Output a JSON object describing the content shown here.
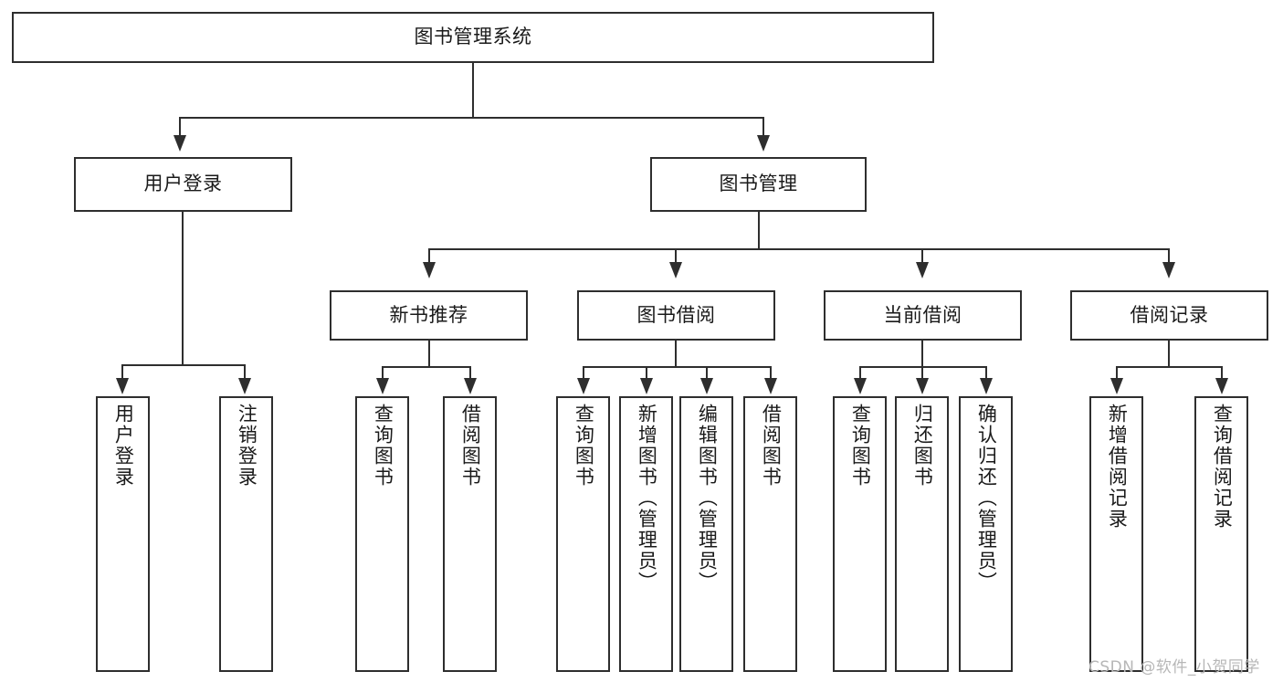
{
  "diagram": {
    "title": "图书管理系统",
    "type": "tree",
    "root": {
      "id": "root",
      "label": "图书管理系统"
    },
    "levels": [
      {
        "level": 2,
        "nodes": [
          {
            "id": "user-login",
            "label": "用户登录",
            "parent": "root"
          },
          {
            "id": "book-manage",
            "label": "图书管理",
            "parent": "root"
          }
        ]
      },
      {
        "level": 3,
        "nodes": [
          {
            "id": "new-book-rec",
            "label": "新书推荐",
            "parent": "book-manage"
          },
          {
            "id": "book-borrow",
            "label": "图书借阅",
            "parent": "book-manage"
          },
          {
            "id": "current-borrow",
            "label": "当前借阅",
            "parent": "book-manage"
          },
          {
            "id": "borrow-record",
            "label": "借阅记录",
            "parent": "book-manage"
          }
        ]
      },
      {
        "level": 4,
        "nodes": [
          {
            "id": "leaf-user-login",
            "label": "用户登录",
            "parent": "user-login"
          },
          {
            "id": "leaf-user-logout",
            "label": "注销登录",
            "parent": "user-login"
          },
          {
            "id": "leaf-query-book-1",
            "label": "查询图书",
            "parent": "new-book-rec"
          },
          {
            "id": "leaf-borrow-book-1",
            "label": "借阅图书",
            "parent": "new-book-rec"
          },
          {
            "id": "leaf-query-book-2",
            "label": "查询图书",
            "parent": "book-borrow"
          },
          {
            "id": "leaf-add-book",
            "label": "新增图书（管理员）",
            "parent": "book-borrow"
          },
          {
            "id": "leaf-edit-book",
            "label": "编辑图书（管理员）",
            "parent": "book-borrow"
          },
          {
            "id": "leaf-borrow-book-2",
            "label": "借阅图书",
            "parent": "book-borrow"
          },
          {
            "id": "leaf-query-book-3",
            "label": "查询图书",
            "parent": "current-borrow"
          },
          {
            "id": "leaf-return-book",
            "label": "归还图书",
            "parent": "current-borrow"
          },
          {
            "id": "leaf-confirm-return",
            "label": "确认归还（管理员）",
            "parent": "current-borrow"
          },
          {
            "id": "leaf-add-record",
            "label": "新增借阅记录",
            "parent": "borrow-record"
          },
          {
            "id": "leaf-query-record",
            "label": "查询借阅记录",
            "parent": "borrow-record"
          }
        ]
      }
    ]
  },
  "watermark": {
    "text": "CSDN @软件_小贺同学"
  },
  "colors": {
    "stroke": "#2e2e2e",
    "fill": "#ffffff",
    "text": "#1a1a1a",
    "watermark": "#b7b7b7"
  }
}
